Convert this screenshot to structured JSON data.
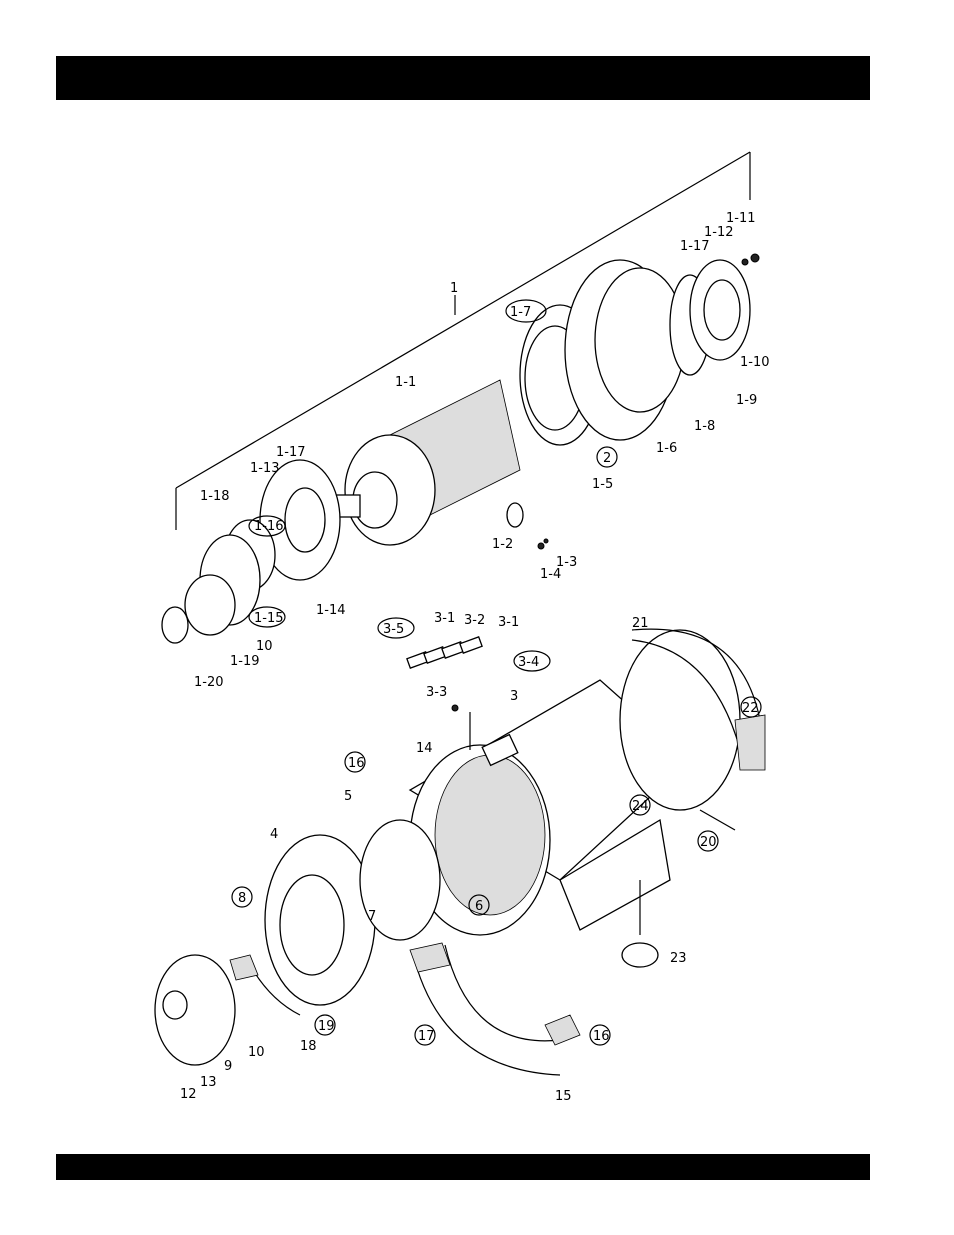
{
  "labels": {
    "l1": "1",
    "l1_1": "1-1",
    "l1_2": "1-2",
    "l1_3": "1-3",
    "l1_4": "1-4",
    "l1_5": "1-5",
    "l1_6": "1-6",
    "l1_7": "1-7",
    "l1_8": "1-8",
    "l1_9": "1-9",
    "l1_10": "1-10",
    "l1_11": "1-11",
    "l1_12": "1-12",
    "l1_17a": "1-17",
    "l1_13": "1-13",
    "l1_17b": "1-17",
    "l1_14": "1-14",
    "l1_15": "1-15",
    "l1_16": "1-16",
    "l1_18": "1-18",
    "l1_19": "1-19",
    "l1_20": "1-20",
    "l10a": "10",
    "l2": "2",
    "l3": "3",
    "l3_1a": "3-1",
    "l3_1b": "3-1",
    "l3_2": "3-2",
    "l3_3": "3-3",
    "l3_4": "3-4",
    "l3_5": "3-5",
    "l4": "4",
    "l5": "5",
    "l6": "6",
    "l7": "7",
    "l8": "8",
    "l9": "9",
    "l10b": "10",
    "l12": "12",
    "l13": "13",
    "l14": "14",
    "l15": "15",
    "l16a": "16",
    "l16b": "16",
    "l17": "17",
    "l18": "18",
    "l19": "19",
    "l20": "20",
    "l21": "21",
    "l22": "22",
    "l23": "23",
    "l24": "24"
  }
}
